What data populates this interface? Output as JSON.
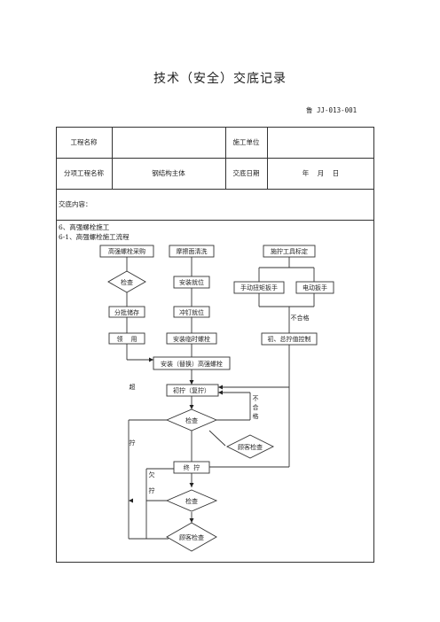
{
  "doc": {
    "title": "技术（安全）交底记录",
    "number": "鲁 JJ-013-001"
  },
  "table": {
    "project_name_label": "工程名称",
    "project_name_value": "",
    "construction_unit_label": "施工单位",
    "construction_unit_value": "",
    "sub_project_label": "分项工程名称",
    "sub_project_value": "钢结构主体",
    "date_label": "交底日期",
    "date_value": "年    月    日",
    "content_label": "交底内容："
  },
  "content": {
    "section_heading": "6、高强螺栓施工",
    "subsection_heading": "6-1、高强螺栓施工流程"
  },
  "flowchart": {
    "boxes": {
      "purchase": "高强螺栓采购",
      "friction_clean": "摩擦面清洗",
      "calibrate": "施拧工具标定",
      "install_position": "安装就位",
      "manual_wrench": "手动扭矩扳手",
      "electric_wrench": "电动扳手",
      "batch_store": "分批储存",
      "punch_position": "冲钉就位",
      "pick": "领    用",
      "install_temp": "安装临时螺栓",
      "torque_control": "初、总拧值控制",
      "install_replace": "安装（替换）高强螺栓",
      "initial_tighten": "初拧（复拧）",
      "final_tighten": "终  拧"
    },
    "diamonds": {
      "check_1": "检查",
      "check_2": "检查",
      "customer_check_1": "顾客检查",
      "check_3": "检查",
      "customer_check_2": "顾客检查"
    },
    "labels": {
      "unqualified_1": "不合格",
      "unqualified_2_a": "不",
      "unqualified_2_b": "合",
      "unqualified_2_c": "格",
      "over_a": "超",
      "over_b": "拧",
      "under_a": "欠",
      "under_b": "拧"
    }
  }
}
